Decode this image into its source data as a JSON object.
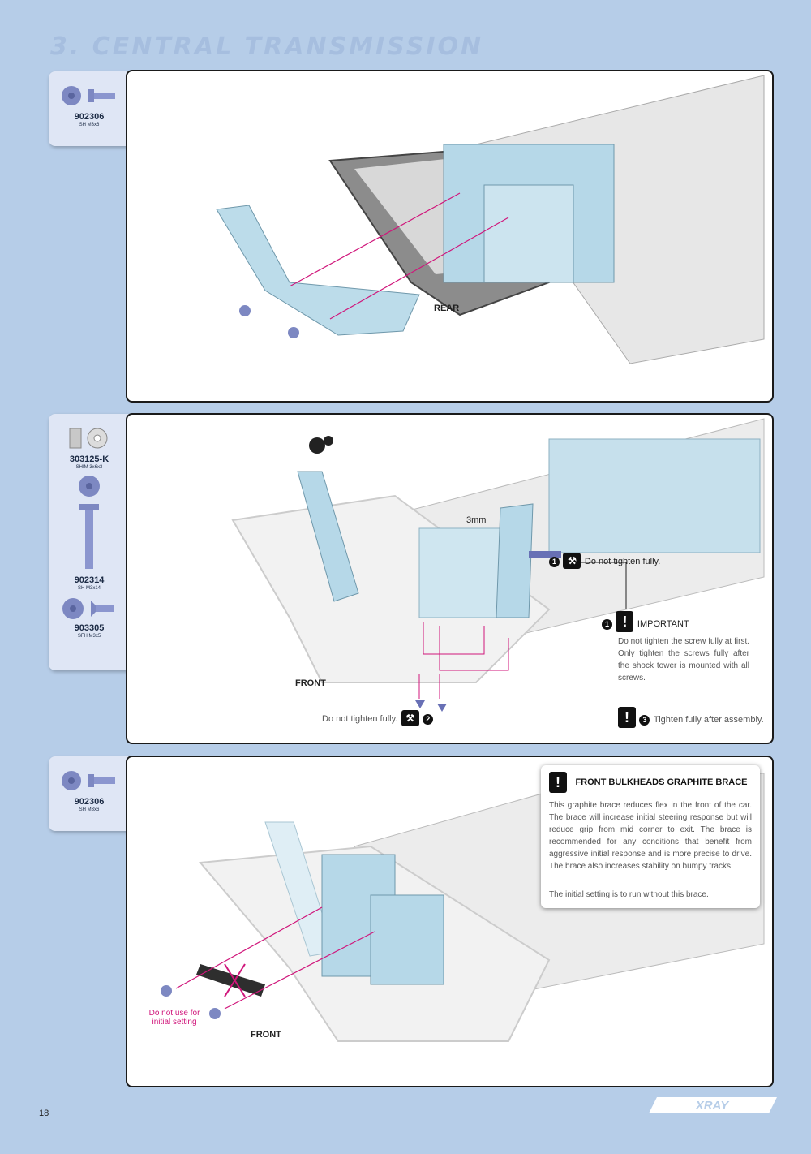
{
  "page": {
    "title": "3. CENTRAL TRANSMISSION",
    "page_number": "18",
    "brand": "XRAY"
  },
  "step1": {
    "parts": [
      {
        "code": "902306",
        "spec": "SH M3x6"
      }
    ],
    "labels": {
      "rear": "REAR"
    }
  },
  "step2": {
    "parts": [
      {
        "code": "303125-K",
        "spec": "SHIM 3x6x3"
      },
      {
        "code": "902314",
        "spec": "SH M3x14"
      },
      {
        "code": "903305",
        "spec": "SFH M3x5"
      }
    ],
    "labels": {
      "shim": "3mm",
      "front": "FRONT"
    },
    "callout1": {
      "num": "1",
      "text": "Do not tighten fully."
    },
    "important": {
      "num": "1",
      "title": "IMPORTANT",
      "text": "Do not tighten the screw fully at first. Only tighten the screws fully after the shock tower is mounted with all screws."
    },
    "callout2": {
      "num": "2",
      "text": "Do not tighten fully."
    },
    "callout3": {
      "num": "3",
      "text": "Tighten fully after assembly."
    }
  },
  "step3": {
    "parts": [
      {
        "code": "902306",
        "spec": "SH M3x6"
      }
    ],
    "labels": {
      "front": "FRONT",
      "do_not_use": "Do not use for initial setting"
    },
    "brace": {
      "title": "FRONT BULKHEADS GRAPHITE BRACE",
      "text": "This graphite brace reduces flex in the front of the car. The brace will increase initial steering response but will reduce grip from mid corner to exit. The brace is recommended for any conditions that benefit from aggressive initial response and is more precise to drive. The brace also increases stability on bumpy tracks.",
      "note": "The initial setting is to run without this brace."
    }
  }
}
